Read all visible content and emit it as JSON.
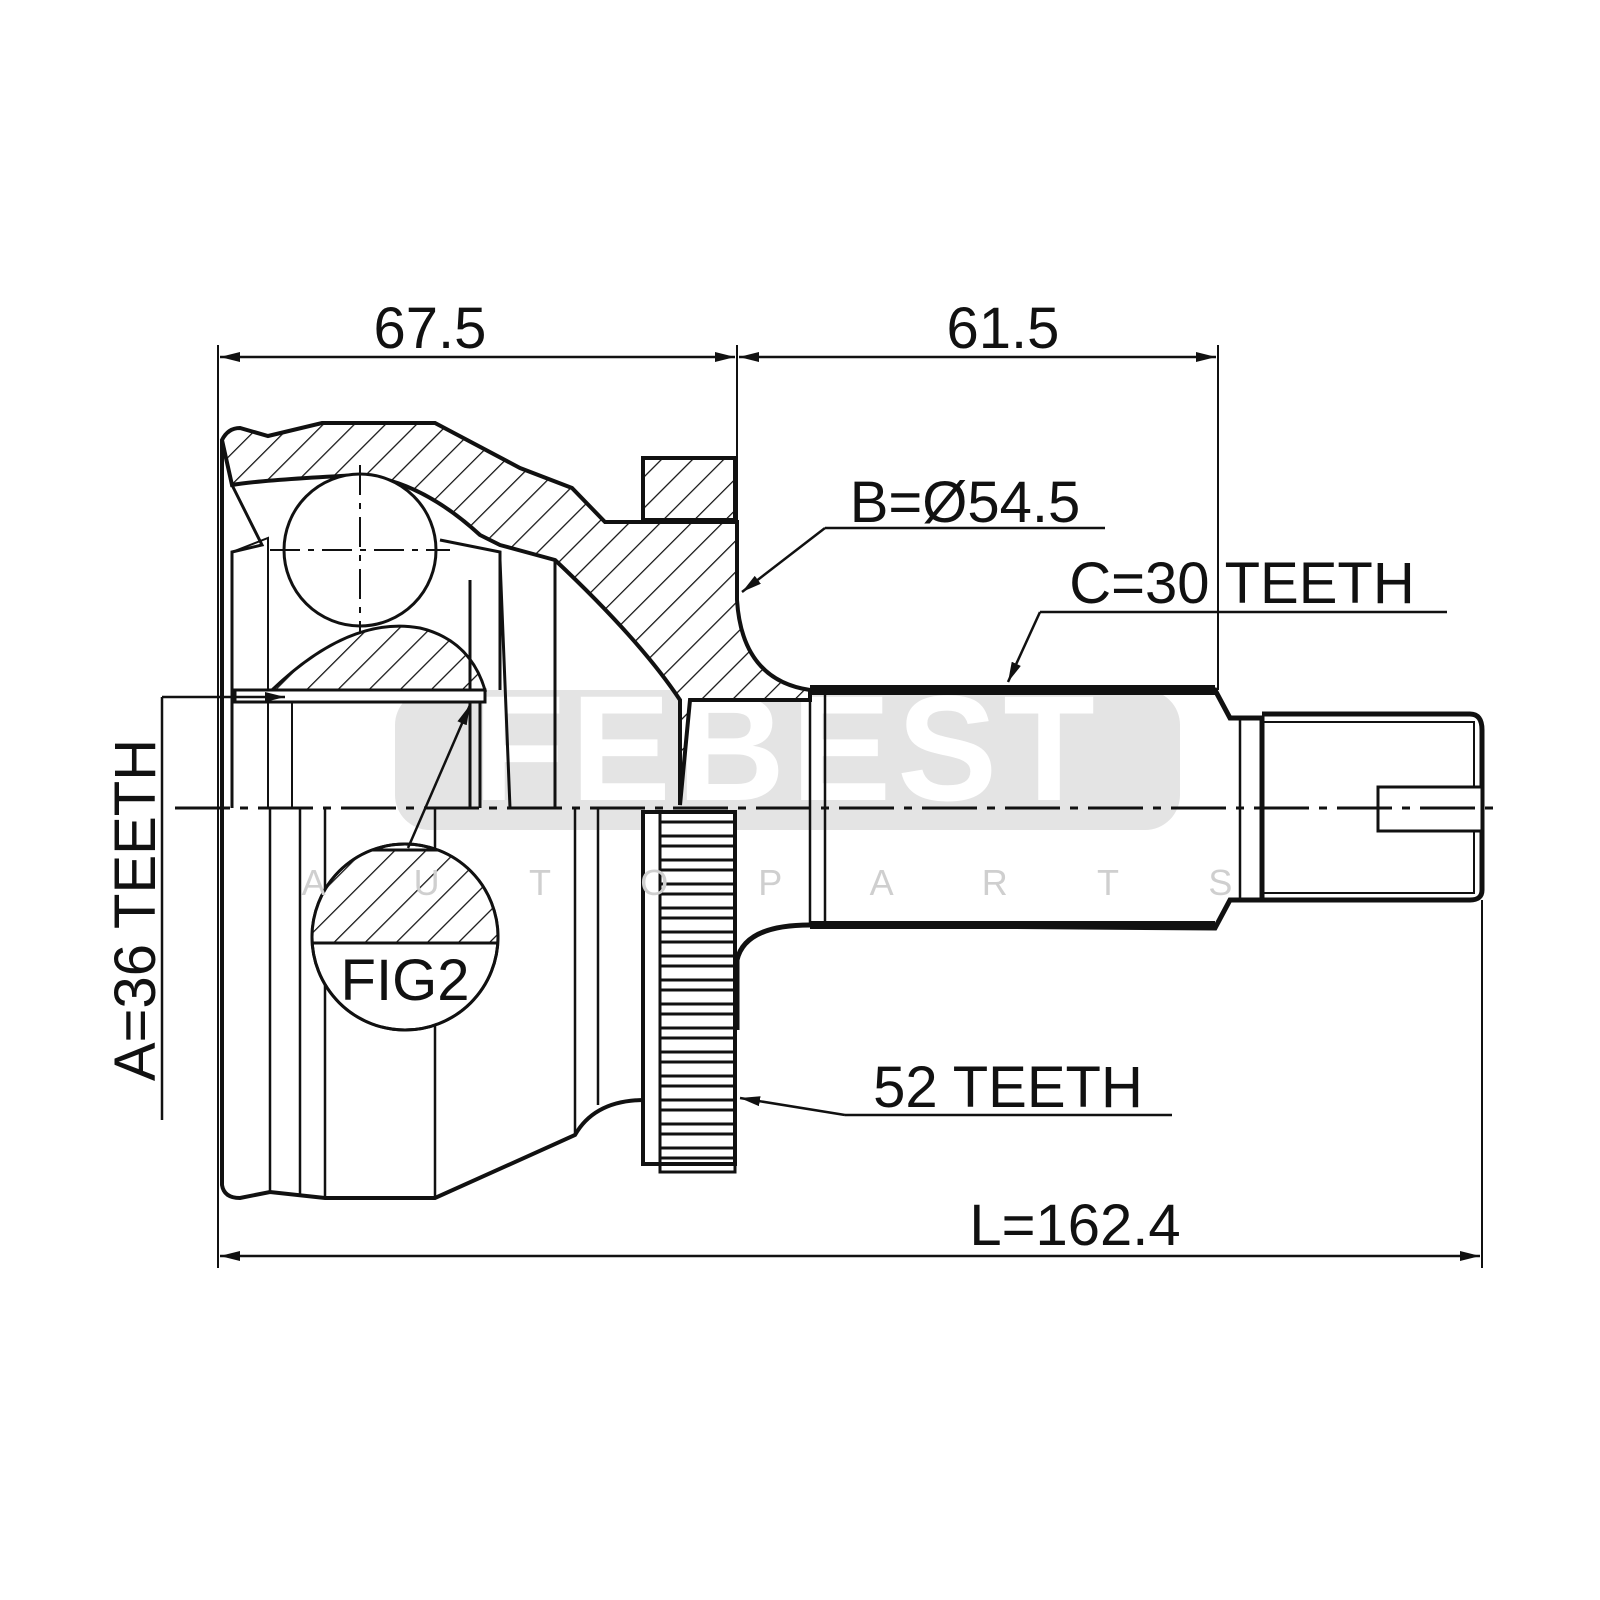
{
  "drawing": {
    "title": "CV joint outer dimension drawing",
    "dimensions": {
      "housing_length": "67.5",
      "shaft_length": "61.5",
      "total_length": "L=162.4",
      "diameter": "B=Ø54.5",
      "inner_spline": "A=36 TEETH",
      "outer_spline": "C=30 TEETH",
      "abs_ring": "52 TEETH"
    },
    "figure_label": "FIG2"
  },
  "watermark": {
    "brand": "FEBEST",
    "subtitle": "A U T O P A R T S",
    "color": "#e4e4e4"
  },
  "colors": {
    "line": "#111111",
    "background": "#ffffff"
  }
}
